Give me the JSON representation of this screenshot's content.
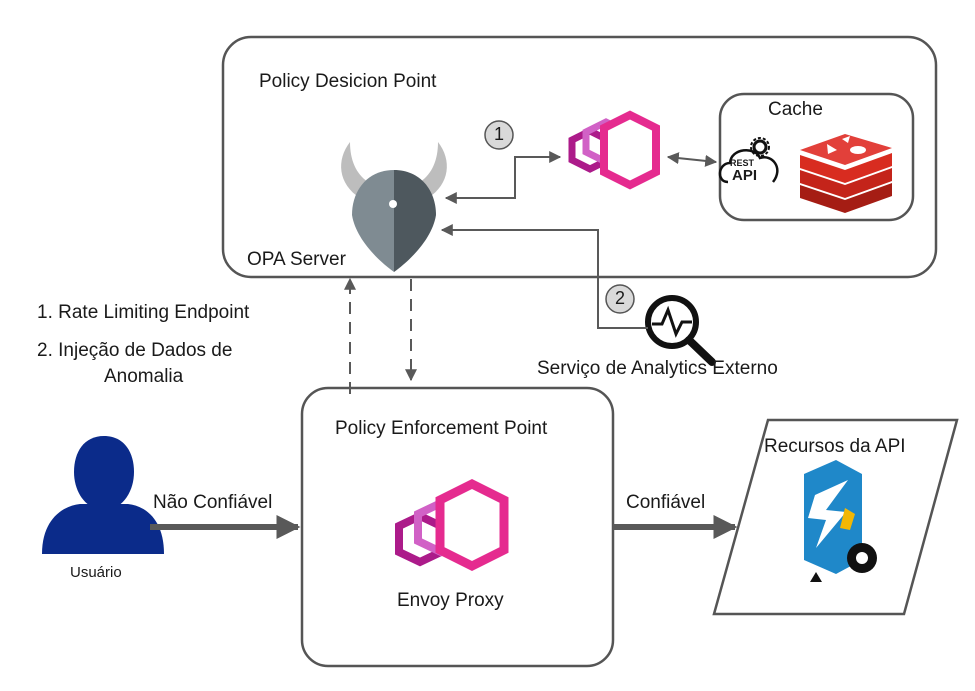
{
  "pdp": {
    "title": "Policy Desicion Point",
    "server_label": "OPA  Server",
    "cache_title": "Cache",
    "rest_badge": [
      "REST",
      "API"
    ]
  },
  "steps": {
    "step1": "1",
    "step2": "2"
  },
  "legend": {
    "item1": "1. Rate Limiting Endpoint",
    "item2_line1": "2. Injeção de Dados de",
    "item2_line2": "Anomalia"
  },
  "analytics": {
    "label": "Serviço de Analytics Externo"
  },
  "pep": {
    "title": "Policy Enforcement Point",
    "proxy_label": "Envoy Proxy"
  },
  "user": {
    "label": "Usuário",
    "edge_label": "Não Confiável"
  },
  "api": {
    "title": "Recursos da API",
    "edge_label": "Confiável"
  },
  "colors": {
    "envoy_dark": "#ac1b8a",
    "envoy_mid": "#d161c6",
    "envoy_light": "#e52b8f",
    "redis": "#d82c20",
    "user": "#0b2b8a",
    "border": "#555555",
    "arrow": "#595959",
    "opa": "#6b7378"
  }
}
